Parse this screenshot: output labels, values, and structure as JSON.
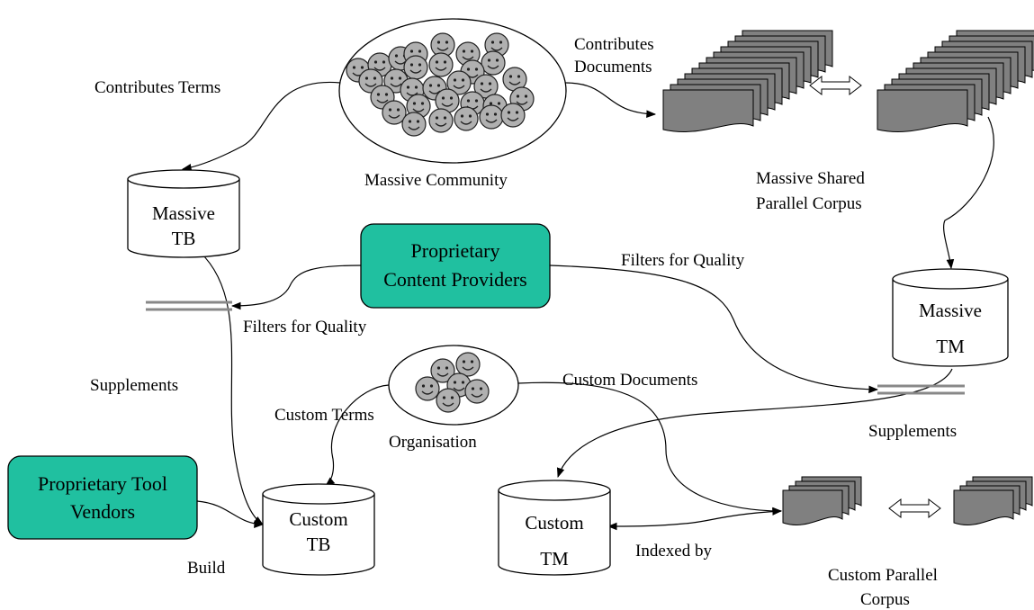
{
  "labels": {
    "contributes_terms": "Contributes Terms",
    "contributes_documents_1": "Contributes",
    "contributes_documents_2": "Documents",
    "massive_community": "Massive Community",
    "massive_corpus_1": "Massive Shared",
    "massive_corpus_2": "Parallel Corpus",
    "filters_quality_top": "Filters for Quality",
    "filters_quality_left": "Filters for Quality",
    "supplements_left": "Supplements",
    "supplements_right": "Supplements",
    "custom_documents": "Custom Documents",
    "custom_terms": "Custom Terms",
    "organisation": "Organisation",
    "build": "Build",
    "indexed_by": "Indexed by",
    "custom_corpus_1": "Custom Parallel",
    "custom_corpus_2": "Corpus"
  },
  "nodes": {
    "massive_tb_1": "Massive",
    "massive_tb_2": "TB",
    "massive_tm_1": "Massive",
    "massive_tm_2": "TM",
    "custom_tb_1": "Custom",
    "custom_tb_2": "TB",
    "custom_tm_1": "Custom",
    "custom_tm_2": "TM",
    "content_providers_1": "Proprietary",
    "content_providers_2": "Content Providers",
    "tool_vendors_1": "Proprietary Tool",
    "tool_vendors_2": "Vendors"
  },
  "colors": {
    "box_fill": "#20c0a0",
    "doc_fill": "#808080",
    "face_fill": "#b0b0b0"
  }
}
